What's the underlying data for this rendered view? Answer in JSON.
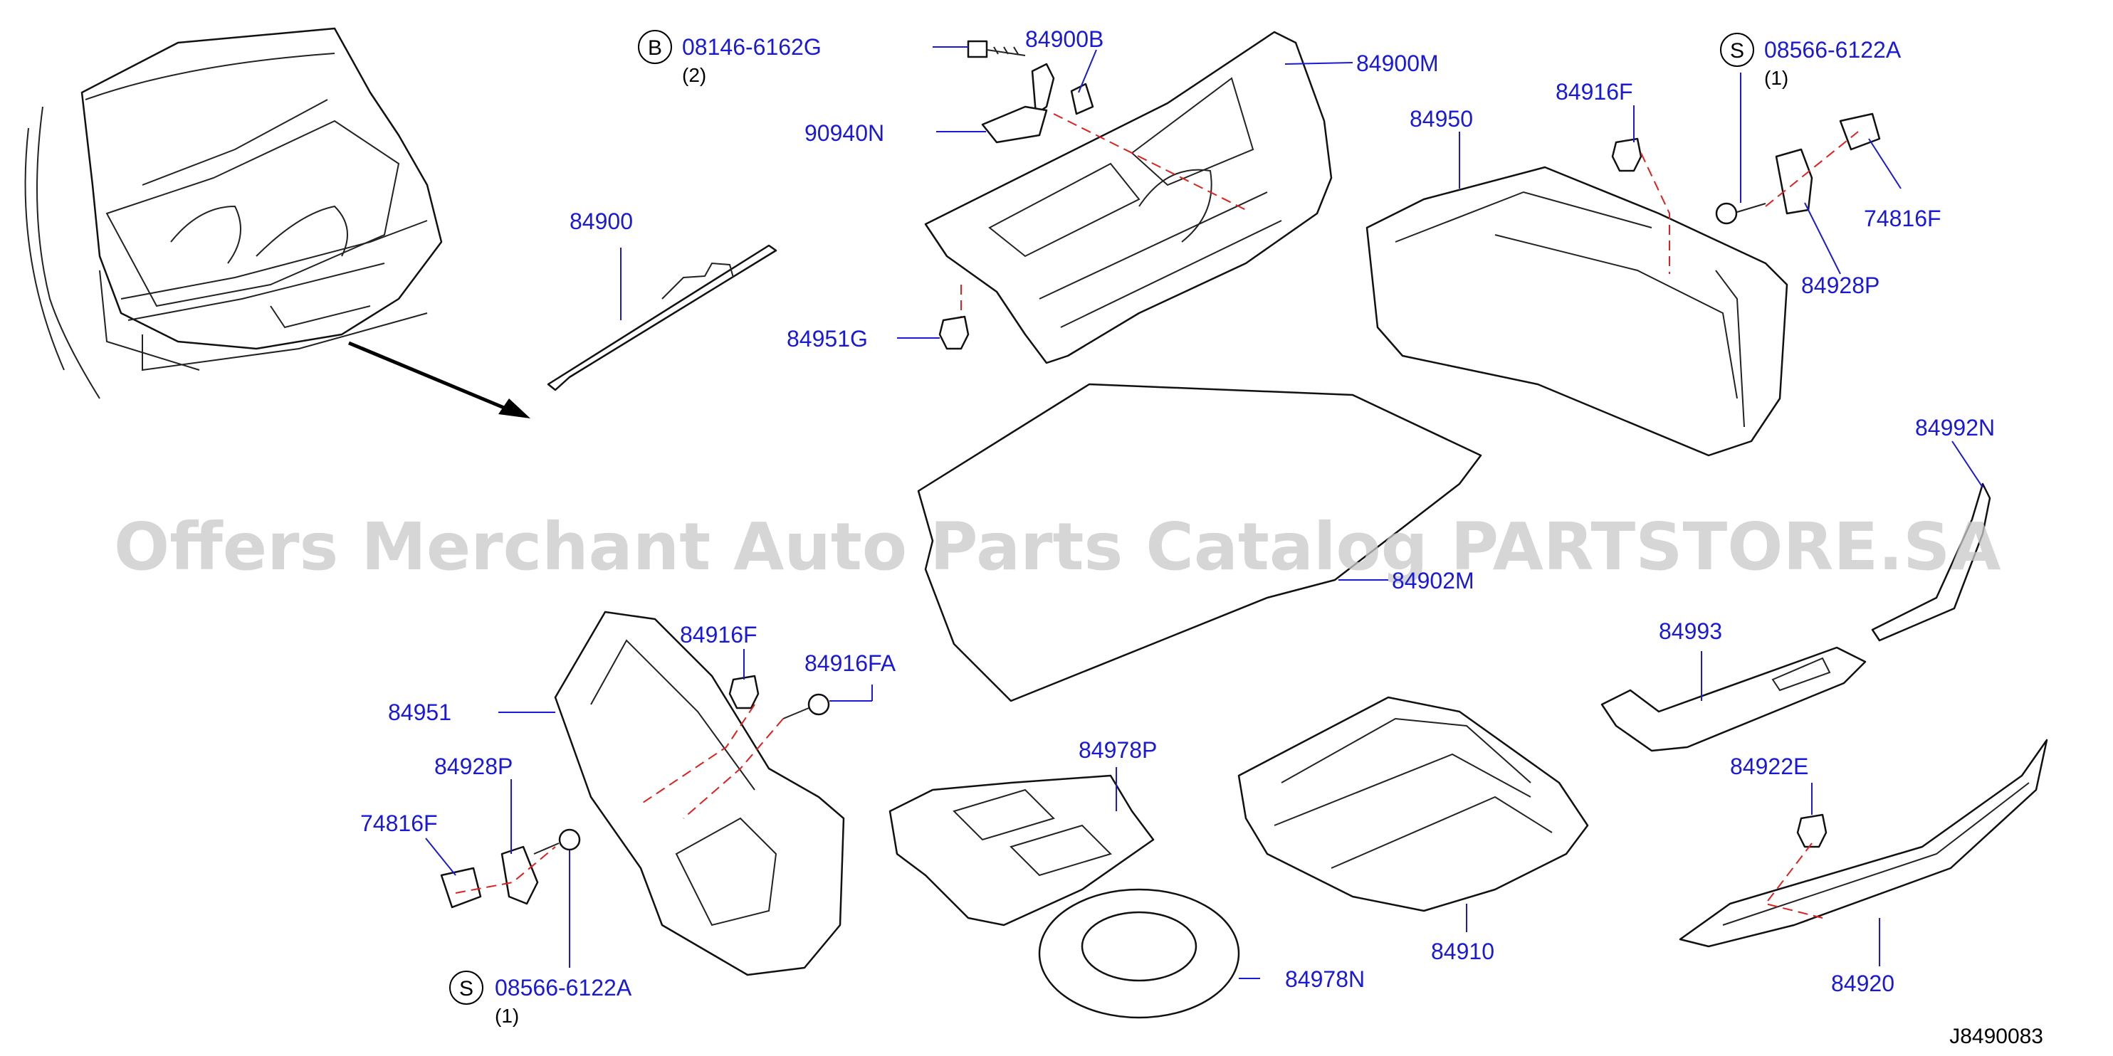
{
  "watermark": "Offers Merchant Auto Parts Catalog PARTSTORE.SA",
  "diagram_code": "J8490083",
  "callouts": [
    {
      "id": "c1",
      "label": "08146-6162G",
      "badge": "B",
      "qty": "(2)"
    },
    {
      "id": "c2",
      "label": "84900B"
    },
    {
      "id": "c3",
      "label": "84900M"
    },
    {
      "id": "c4",
      "label": "90940N"
    },
    {
      "id": "c5",
      "label": "84900"
    },
    {
      "id": "c6",
      "label": "84951G"
    },
    {
      "id": "c7",
      "label": "08566-6122A",
      "badge": "S",
      "qty": "(1)"
    },
    {
      "id": "c8",
      "label": "84916F"
    },
    {
      "id": "c9",
      "label": "84950"
    },
    {
      "id": "c10",
      "label": "74816F"
    },
    {
      "id": "c11",
      "label": "84928P"
    },
    {
      "id": "c12",
      "label": "84992N"
    },
    {
      "id": "c13",
      "label": "84902M"
    },
    {
      "id": "c14",
      "label": "84993"
    },
    {
      "id": "c15",
      "label": "84916F"
    },
    {
      "id": "c16",
      "label": "84916FA"
    },
    {
      "id": "c17",
      "label": "84951"
    },
    {
      "id": "c18",
      "label": "84928P"
    },
    {
      "id": "c19",
      "label": "74816F"
    },
    {
      "id": "c20",
      "label": "08566-6122A",
      "badge": "S",
      "qty": "(1)"
    },
    {
      "id": "c21",
      "label": "84978P"
    },
    {
      "id": "c22",
      "label": "84978N"
    },
    {
      "id": "c23",
      "label": "84910"
    },
    {
      "id": "c24",
      "label": "84922E"
    },
    {
      "id": "c25",
      "label": "84920"
    }
  ]
}
